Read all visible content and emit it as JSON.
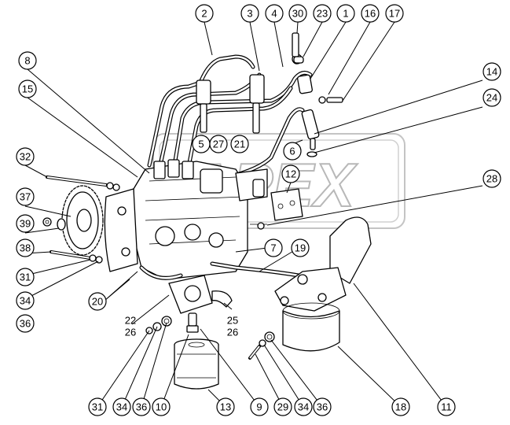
{
  "watermark": {
    "text": "APEX"
  },
  "callouts": [
    {
      "id": "c2",
      "label": "2"
    },
    {
      "id": "c3",
      "label": "3"
    },
    {
      "id": "c4",
      "label": "4"
    },
    {
      "id": "c30",
      "label": "30"
    },
    {
      "id": "c23",
      "label": "23"
    },
    {
      "id": "c1",
      "label": "1"
    },
    {
      "id": "c16",
      "label": "16"
    },
    {
      "id": "c17",
      "label": "17"
    },
    {
      "id": "c8",
      "label": "8"
    },
    {
      "id": "c15",
      "label": "15"
    },
    {
      "id": "c14",
      "label": "14"
    },
    {
      "id": "c24",
      "label": "24"
    },
    {
      "id": "c5",
      "label": "5"
    },
    {
      "id": "c27",
      "label": "27"
    },
    {
      "id": "c21",
      "label": "21"
    },
    {
      "id": "c6",
      "label": "6"
    },
    {
      "id": "c32",
      "label": "32"
    },
    {
      "id": "c12",
      "label": "12"
    },
    {
      "id": "c28",
      "label": "28"
    },
    {
      "id": "c37",
      "label": "37"
    },
    {
      "id": "c39",
      "label": "39"
    },
    {
      "id": "c38",
      "label": "38"
    },
    {
      "id": "c7",
      "label": "7"
    },
    {
      "id": "c19",
      "label": "19"
    },
    {
      "id": "c31a",
      "label": "31"
    },
    {
      "id": "c34a",
      "label": "34"
    },
    {
      "id": "c36a",
      "label": "36"
    },
    {
      "id": "c20",
      "label": "20"
    },
    {
      "id": "c22",
      "label": "22"
    },
    {
      "id": "c26a",
      "label": "26"
    },
    {
      "id": "c25",
      "label": "25"
    },
    {
      "id": "c26b",
      "label": "26"
    },
    {
      "id": "c31b",
      "label": "31"
    },
    {
      "id": "c34b",
      "label": "34"
    },
    {
      "id": "c36b",
      "label": "36"
    },
    {
      "id": "c10",
      "label": "10"
    },
    {
      "id": "c13",
      "label": "13"
    },
    {
      "id": "c9",
      "label": "9"
    },
    {
      "id": "c29",
      "label": "29"
    },
    {
      "id": "c34c",
      "label": "34"
    },
    {
      "id": "c36c",
      "label": "36"
    },
    {
      "id": "c18",
      "label": "18"
    },
    {
      "id": "c11",
      "label": "11"
    }
  ]
}
